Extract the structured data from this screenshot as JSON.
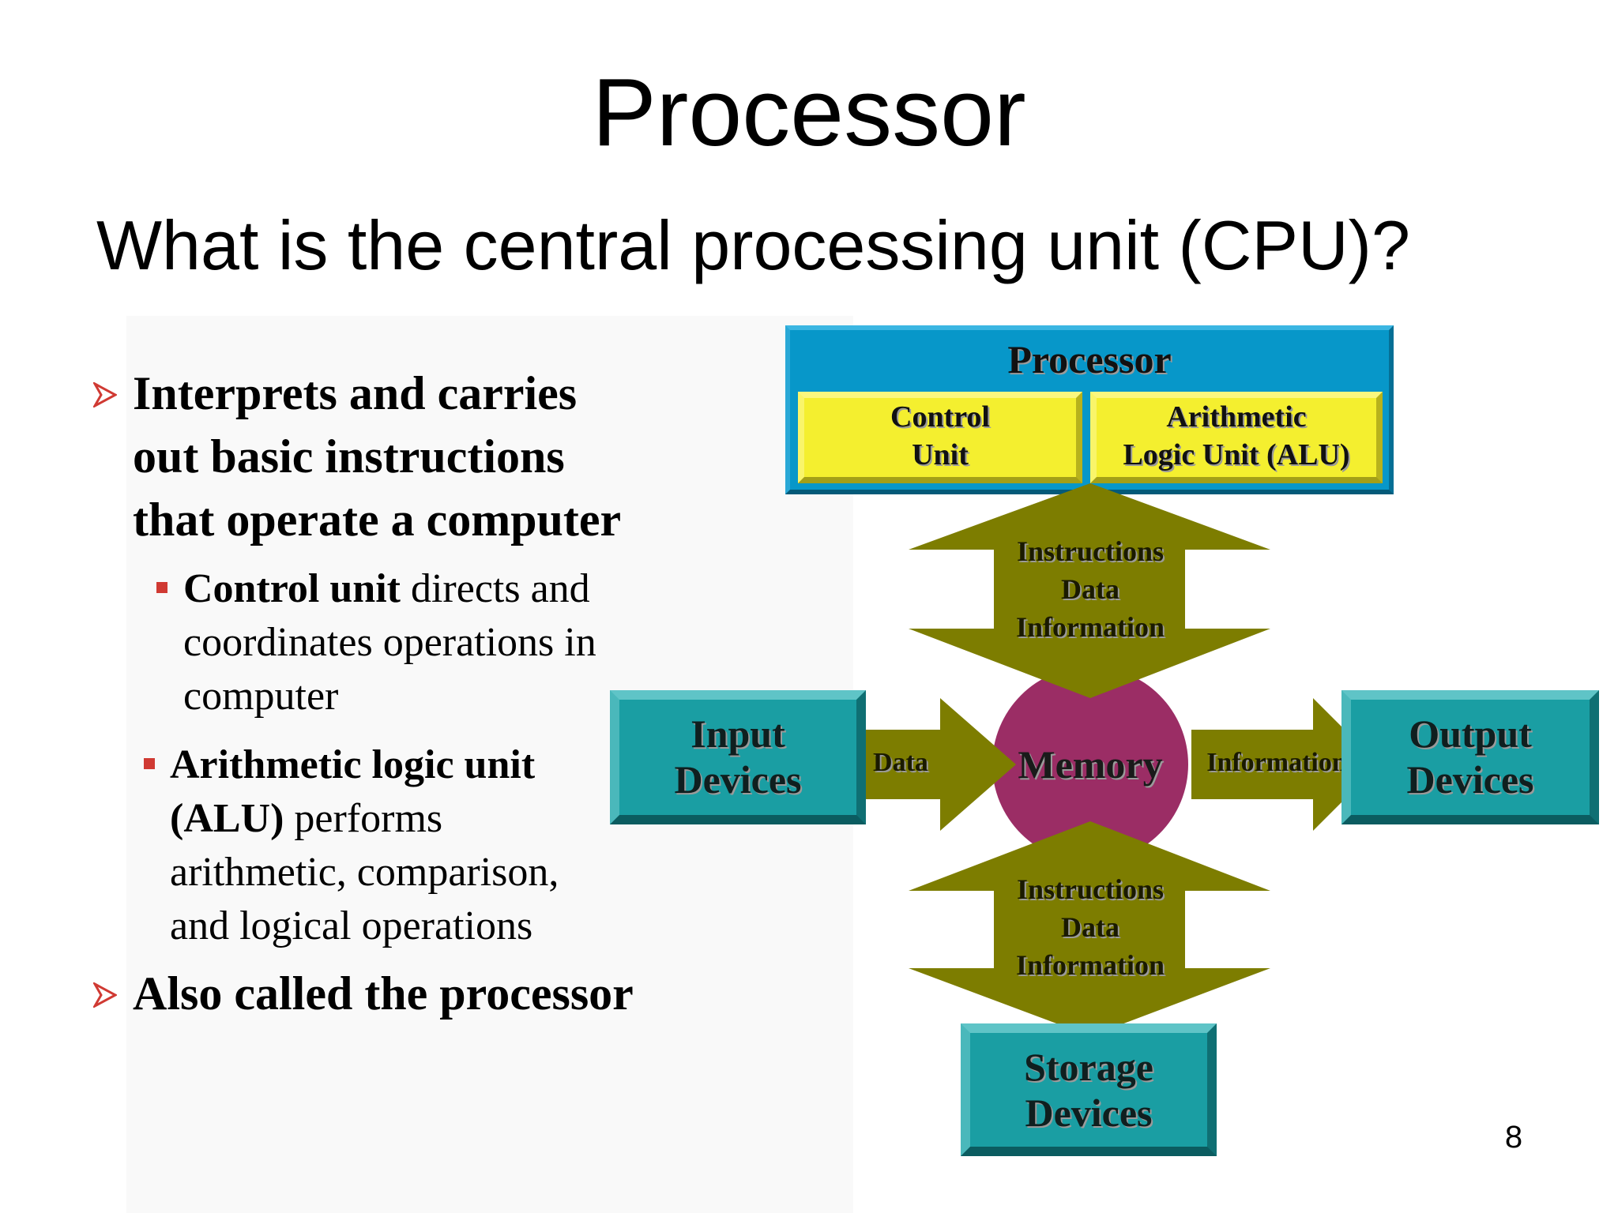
{
  "slide": {
    "title": "Processor",
    "question": "What is the central processing unit (CPU)?",
    "page_number": "8"
  },
  "bullets": {
    "main1": [
      "Interprets and carries",
      "out basic instructions",
      "that operate a computer"
    ],
    "sub1": {
      "bold": "Control unit",
      "lines": [
        " directs and",
        "coordinates operations in",
        "computer"
      ]
    },
    "sub2": {
      "bold_lines": [
        "Arithmetic logic unit",
        "(ALU)"
      ],
      "lines": [
        " performs",
        "arithmetic, comparison,",
        "and logical operations"
      ]
    },
    "main2": "Also called the processor"
  },
  "diagram": {
    "processor_label": "Processor",
    "control_unit": [
      "Control",
      "Unit"
    ],
    "alu": [
      "Arithmetic",
      "Logic Unit (ALU)"
    ],
    "top_arrow": [
      "Instructions",
      "Data",
      "Information"
    ],
    "bottom_arrow": [
      "Instructions",
      "Data",
      "Information"
    ],
    "input": [
      "Input",
      "Devices"
    ],
    "output": [
      "Output",
      "Devices"
    ],
    "storage": [
      "Storage",
      "Devices"
    ],
    "memory": "Memory",
    "left_arrow": "Data",
    "right_arrow": "Information"
  },
  "colors": {
    "processor_blue": "#0797c9",
    "unit_yellow": "#f4ef2f",
    "device_teal": "#1a9ea3",
    "arrow_olive": "#7d7d00",
    "memory_magenta": "#9b2d65",
    "bullet_red": "#d03a33"
  },
  "icons": {
    "main_bullet": "red-arrowhead-icon",
    "sub_bullet": "red-square-icon"
  }
}
